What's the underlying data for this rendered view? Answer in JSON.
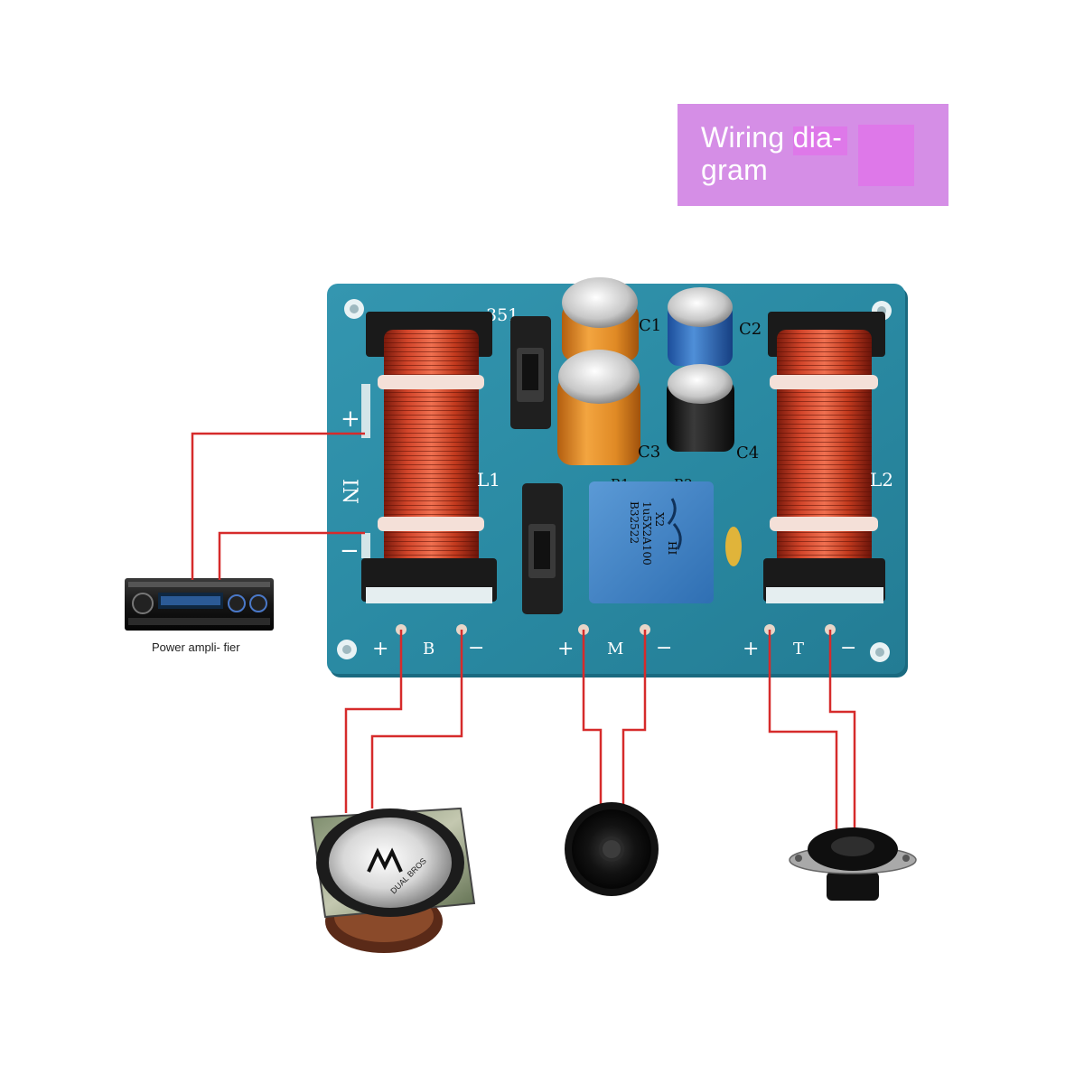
{
  "title_box": {
    "text": "Wiring dia- gram",
    "color": "#d58ee6"
  },
  "amplifier": {
    "label": "Power ampli- fier"
  },
  "board": {
    "marking": "351",
    "input_plus": "+",
    "input_label": "IN",
    "input_minus": "−",
    "components": {
      "c1": "C1",
      "c2": "C2",
      "c3": "C3",
      "c4": "C4",
      "l1": "L1",
      "l2": "L2",
      "r1": "R1",
      "r2": "R2"
    },
    "film_capacitor_text": [
      "B32522",
      "1u5X2A100",
      "X2",
      "HI"
    ],
    "outputs": [
      {
        "id": "B",
        "plus": "+",
        "label": "B",
        "minus": "−"
      },
      {
        "id": "M",
        "plus": "+",
        "label": "M",
        "minus": "−"
      },
      {
        "id": "T",
        "plus": "+",
        "label": "T",
        "minus": "−"
      }
    ],
    "colors": {
      "pcb": "#2a8aa3",
      "wire": "#d62b2b",
      "coil": "#c23a1e"
    }
  },
  "speakers": [
    {
      "id": "woofer",
      "brand": "DUAL BROS"
    },
    {
      "id": "midrange"
    },
    {
      "id": "tweeter"
    }
  ]
}
